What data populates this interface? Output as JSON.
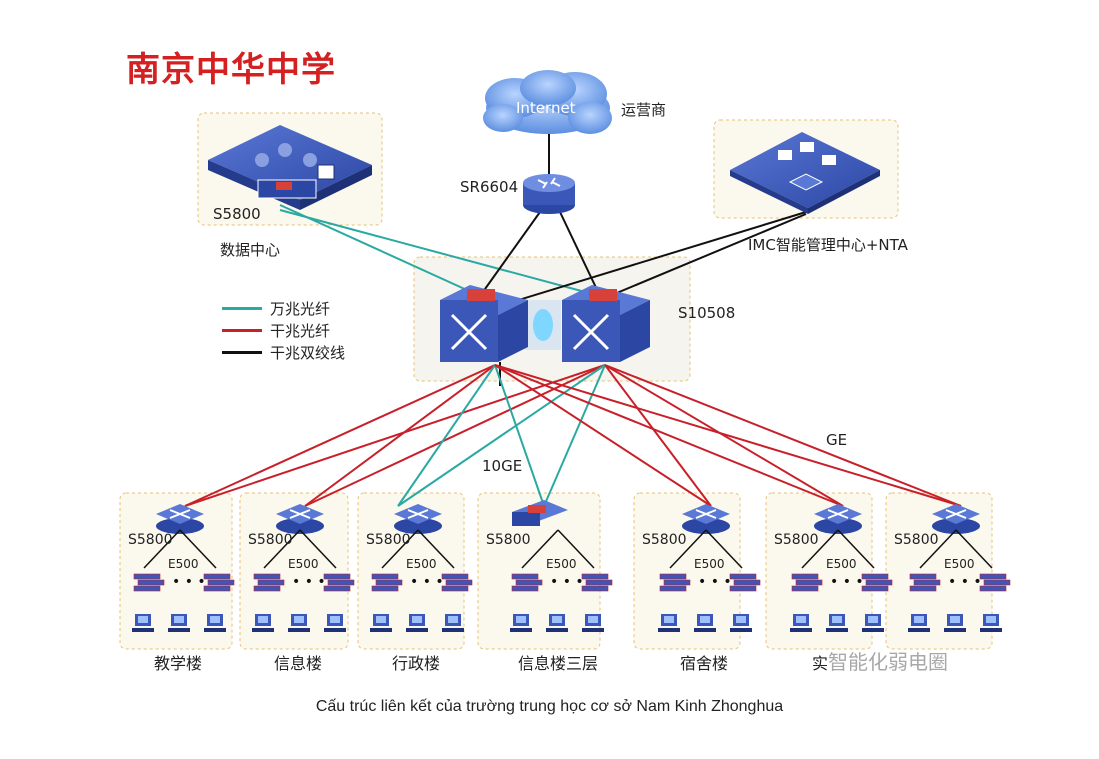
{
  "title": "南京中华中学",
  "caption": "Cấu trúc liên kết của trường trung học cơ sở Nam Kinh Zhonghua",
  "colors": {
    "ten_gig_fiber": "#2aa9a3",
    "gig_fiber": "#c8202a",
    "gig_twisted_pair": "#111111",
    "device_blue": "#3b57b8",
    "box_border": "#e6c27a"
  },
  "internet": {
    "label": "Internet",
    "isp_label": "运营商"
  },
  "router": {
    "label": "SR6604",
    "icon": "router-icon"
  },
  "core": {
    "label": "S10508",
    "icon": "core-switch-icon"
  },
  "data_center": {
    "switch_label": "S5800",
    "label": "数据中心"
  },
  "imc": {
    "label": "IMC智能管理中心+NTA"
  },
  "legend": [
    {
      "label": "万兆光纤",
      "color": "#2aa9a3"
    },
    {
      "label": "干兆光纤",
      "color": "#c8202a"
    },
    {
      "label": "干兆双绞线",
      "color": "#111111"
    }
  ],
  "link_labels": {
    "ten_ge": "10GE",
    "ge": "GE"
  },
  "buildings": [
    {
      "name": "教学楼",
      "switch": "S5800",
      "access": "E500"
    },
    {
      "name": "信息楼",
      "switch": "S5800",
      "access": "E500"
    },
    {
      "name": "行政楼",
      "switch": "S5800",
      "access": "E500"
    },
    {
      "name": "信息楼三层",
      "switch": "S5800",
      "access": "E500"
    },
    {
      "name": "宿舍楼",
      "switch": "S5800",
      "access": "E500"
    },
    {
      "name": "实",
      "switch": "S5800",
      "access": "E500"
    },
    {
      "name": "",
      "switch": "S5800",
      "access": "E500"
    }
  ],
  "watermark": "智能化弱电圈"
}
